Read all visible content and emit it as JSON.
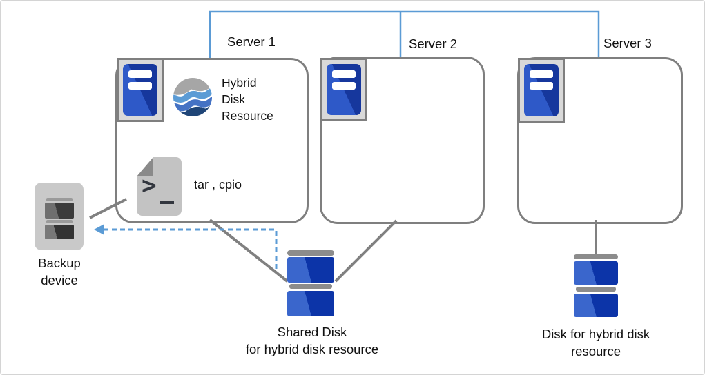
{
  "network": {
    "servers": [
      {
        "label": "Server 1"
      },
      {
        "label": "Server 2"
      },
      {
        "label": "Server 3"
      }
    ]
  },
  "server1_contents": {
    "hybrid_disk_resource": {
      "lines": [
        "Hybrid",
        "Disk",
        "Resource"
      ]
    },
    "backup_tools": "tar , cpio",
    "terminal_prompt": ">"
  },
  "backup_device": {
    "lines": [
      "Backup",
      "device"
    ]
  },
  "shared_disk": {
    "lines": [
      "Shared Disk",
      "for hybrid disk resource"
    ]
  },
  "hybrid_disk": {
    "lines": [
      "Disk for hybrid disk",
      "resource"
    ]
  },
  "icons": {
    "server-icon": "blue server unit in gray frame",
    "hybrid-disk-resource-icon": "globe with wave bands",
    "shell-script-icon": "document with terminal prompt and fold corner",
    "backup-device-icon": "gray tape/backup drive",
    "shared-disk-icon": "stacked blue disk",
    "hybrid-disk-icon": "stacked blue disk"
  },
  "colors": {
    "network_line": "#5B9BD5",
    "dashed_arrow": "#5B9BD5",
    "connector_gray": "#808080",
    "box_border": "#7F7F7F",
    "server_icon_blue_light": "#2E59C8",
    "server_icon_blue_dark": "#16379D",
    "disk_blue_light": "#3A66CC",
    "disk_blue_dark": "#0C34A8",
    "icon_frame_gray": "#D9D9D9",
    "globe_gray": "#A6A6A6",
    "globe_blue_light": "#5B9BD5",
    "globe_blue_mid": "#4472C4",
    "globe_blue_dark": "#1F4577"
  }
}
